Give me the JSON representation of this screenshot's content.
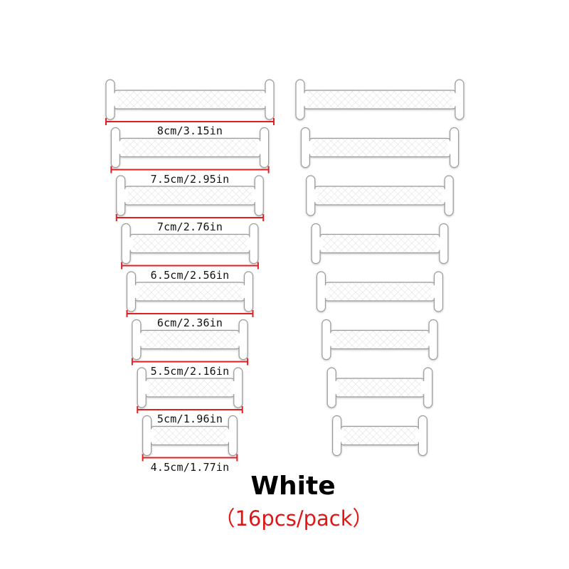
{
  "product": {
    "color_name": "White",
    "pack_note": "（16pcs/pack）"
  },
  "colors": {
    "lace_fill": "#ffffff",
    "lace_outline": "#9a9a9a",
    "lace_texture": "#dcdcdc",
    "measure_line": "#e02020",
    "label_text": "#111111",
    "pack_note_text": "#e01616"
  },
  "sizes": [
    {
      "label": "8cm/3.15in",
      "cm": 8
    },
    {
      "label": "7.5cm/2.95in",
      "cm": 7.5
    },
    {
      "label": "7cm/2.76in",
      "cm": 7
    },
    {
      "label": "6.5cm/2.56in",
      "cm": 6.5
    },
    {
      "label": "6cm/2.36in",
      "cm": 6
    },
    {
      "label": "5.5cm/2.16in",
      "cm": 5.5
    },
    {
      "label": "5cm/1.96in",
      "cm": 5
    },
    {
      "label": "4.5cm/1.77in",
      "cm": 4.5
    }
  ]
}
